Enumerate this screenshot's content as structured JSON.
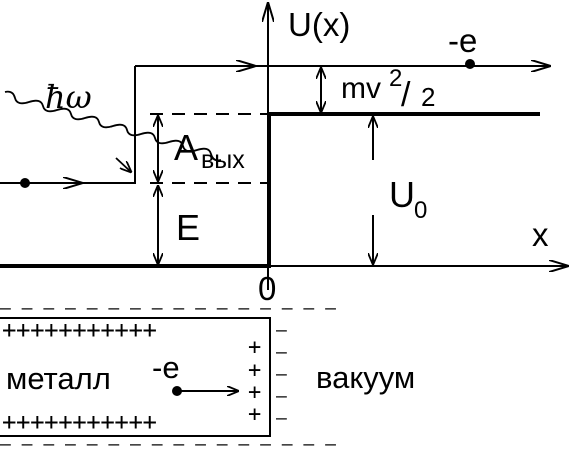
{
  "labels": {
    "potential": "U(x)",
    "x_axis": "x",
    "origin": "0",
    "electron_top": "-e",
    "kinetic_num": "mv",
    "kinetic_exp": "2",
    "kinetic_slash": "/",
    "kinetic_den": "2",
    "photon": "ħω",
    "work_function_main": "A",
    "work_function_sub": "вых",
    "energy": "E",
    "barrier_main": "U",
    "barrier_sub": "0",
    "metal": "металл",
    "electron_bottom": "-e",
    "vacuum": "вакуум"
  },
  "charges": {
    "plus_row": "+++++++++++",
    "plus_col": [
      "+",
      "+",
      "+",
      "+"
    ],
    "minus_top": "– – – – – – – – – – – – – – – –",
    "minus_bottom": "– – – – – – – – – – – – – – – –",
    "minus_col": [
      "–",
      "–",
      "–",
      "–",
      "–"
    ]
  },
  "colors": {
    "line": "#000000",
    "background": "#ffffff"
  }
}
